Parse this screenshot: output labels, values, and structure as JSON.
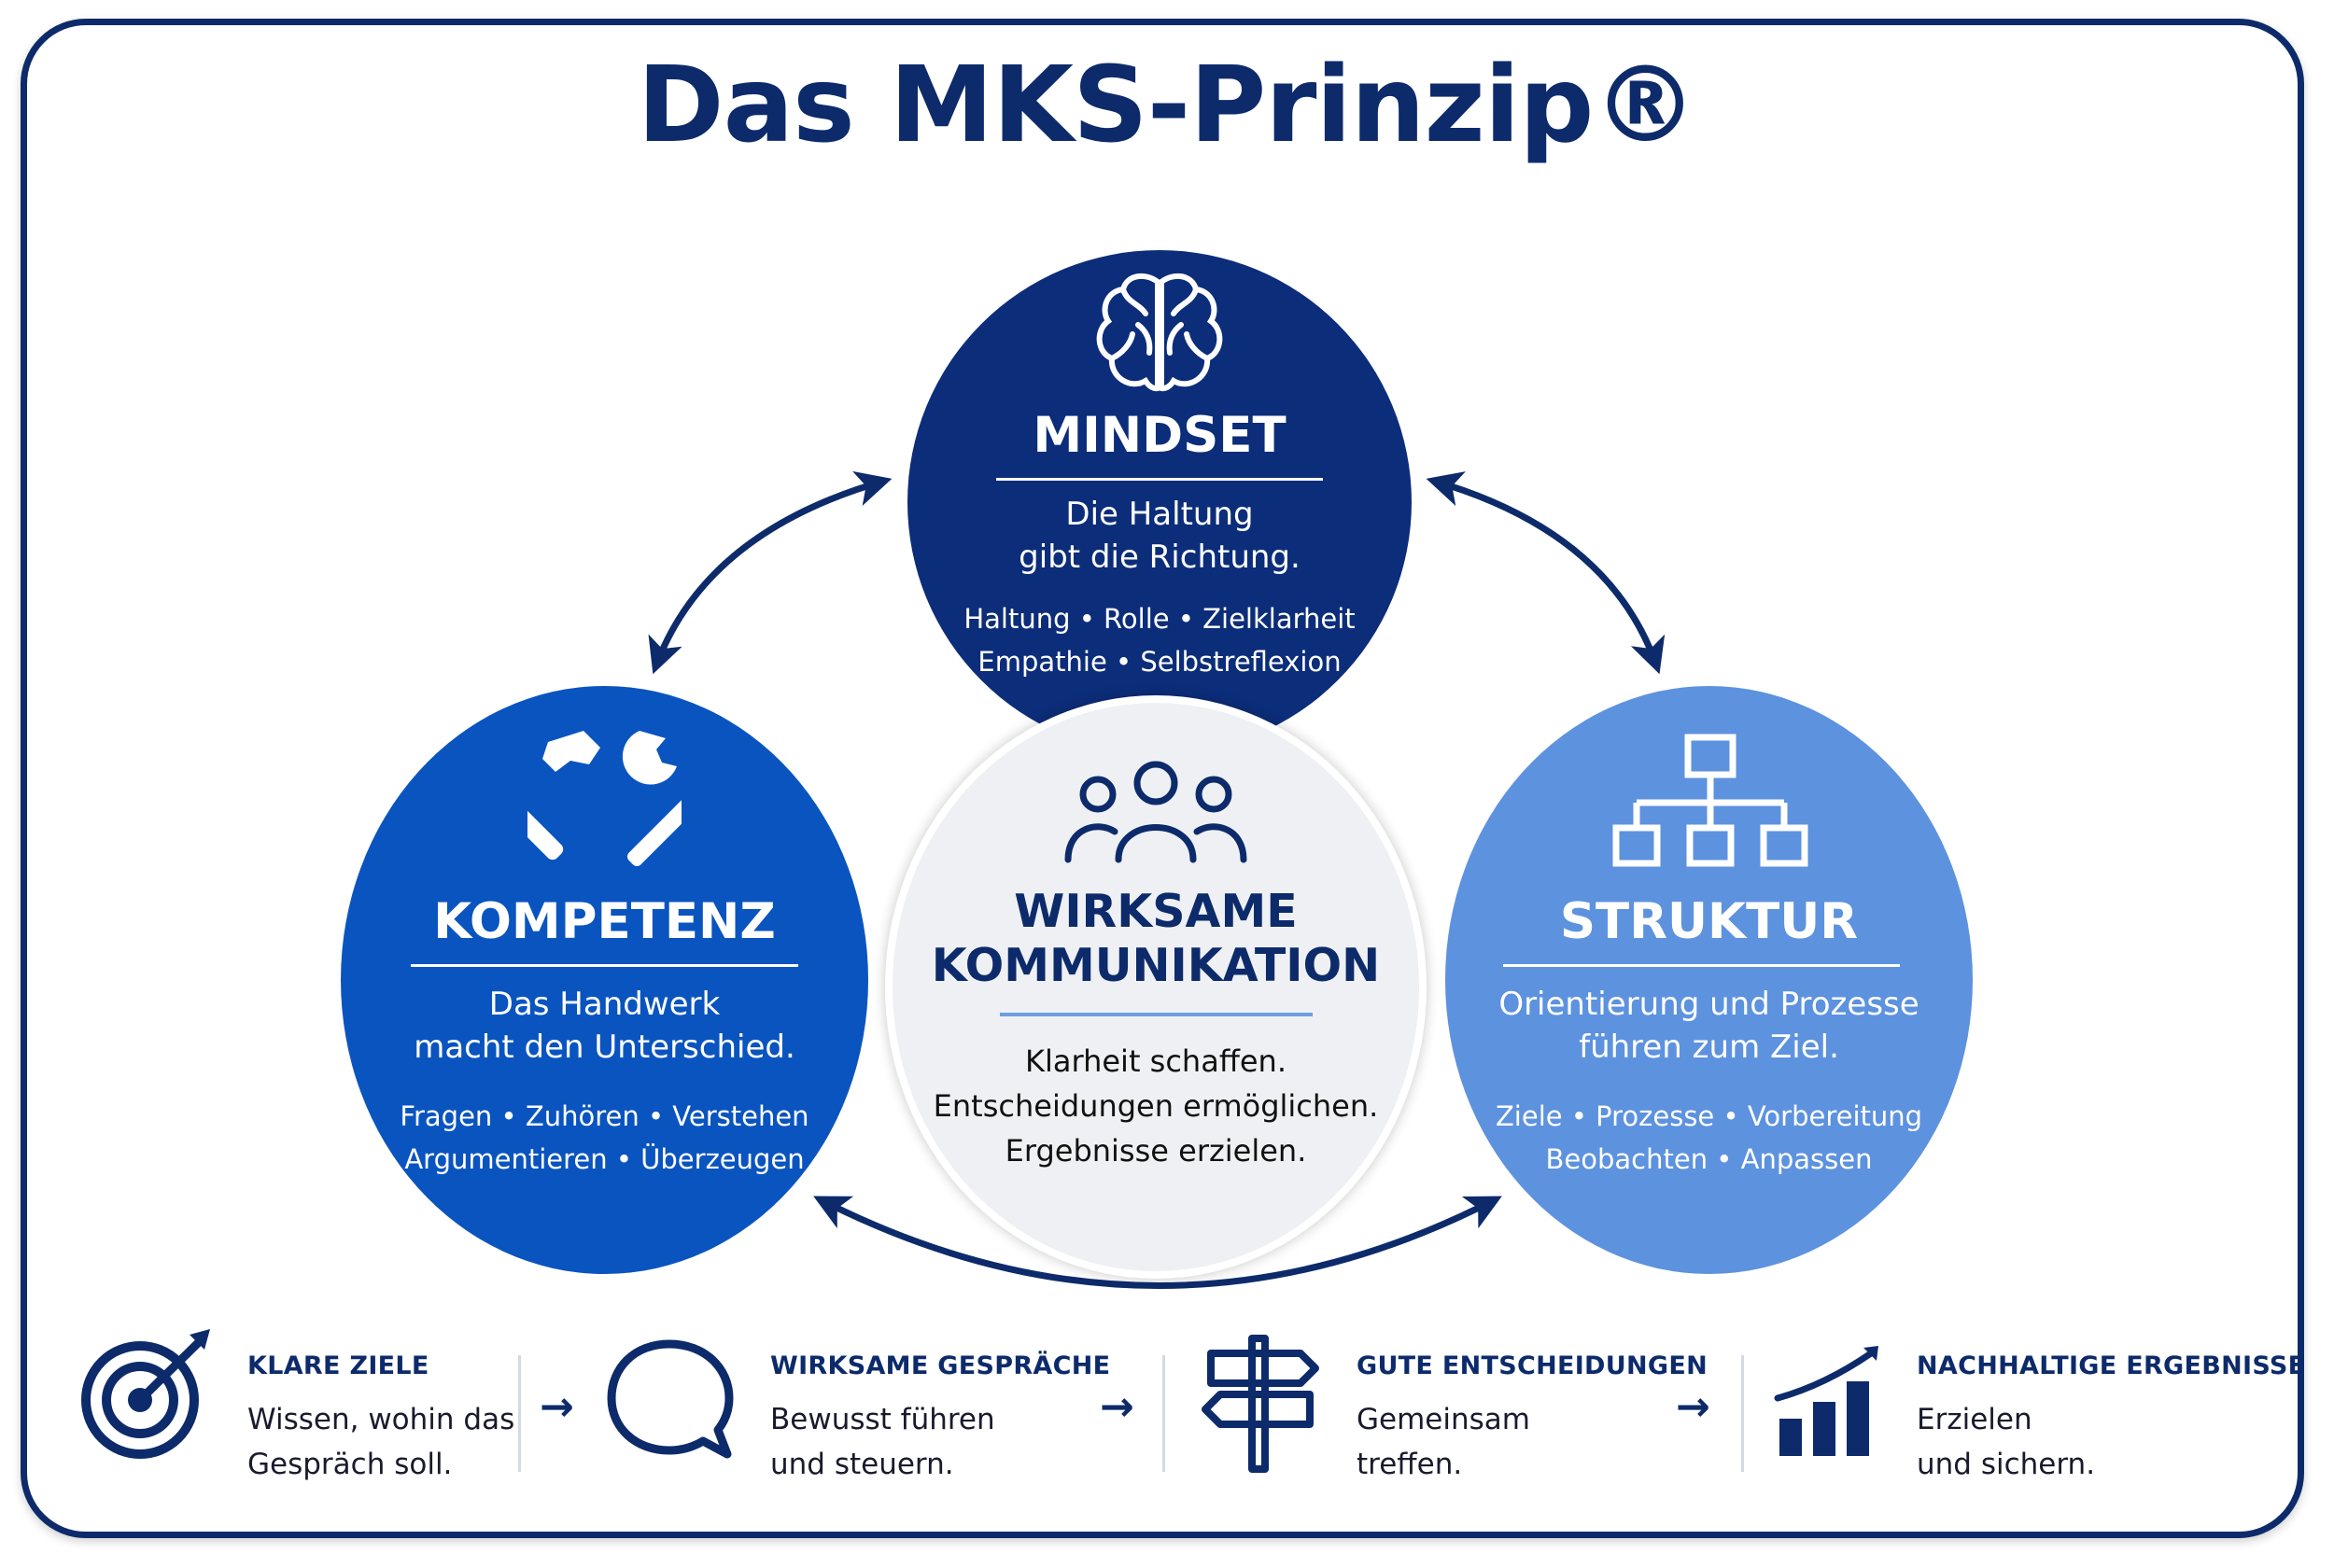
{
  "title": "Das MKS-Prinzip®",
  "colors": {
    "navy": "#0d2b6b",
    "mindset": "#0c2d7a",
    "kompetenz": "#0a54c0",
    "struktur": "#5d92df",
    "center": "#eef0f3"
  },
  "circles": {
    "mindset": {
      "icon": "brain-icon",
      "heading": "MINDSET",
      "lines": [
        "Die Haltung",
        "gibt die Richtung."
      ],
      "tags": [
        "Haltung • Rolle • Zielklarheit",
        "Empathie • Selbstreflexion"
      ]
    },
    "kompetenz": {
      "icon": "tools-icon",
      "heading": "KOMPETENZ",
      "lines": [
        "Das Handwerk",
        "macht den Unterschied."
      ],
      "tags": [
        "Fragen • Zuhören • Verstehen",
        "Argumentieren • Überzeugen"
      ]
    },
    "struktur": {
      "icon": "org-chart-icon",
      "heading": "STRUKTUR",
      "lines": [
        "Orientierung und Prozesse",
        "führen zum Ziel."
      ],
      "tags": [
        "Ziele • Prozesse • Vorbereitung",
        "Beobachten • Anpassen"
      ]
    },
    "center": {
      "icon": "people-icon",
      "heading": [
        "WIRKSAME",
        "KOMMUNIKATION"
      ],
      "lines": [
        "Klarheit schaffen.",
        "Entscheidungen ermöglichen.",
        "Ergebnisse erzielen."
      ]
    }
  },
  "steps": [
    {
      "icon": "target-icon",
      "title": "KLARE ZIELE",
      "lines": [
        "Wissen, wohin das",
        "Gespräch soll."
      ]
    },
    {
      "icon": "speech-bubble-icon",
      "title": "WIRKSAME GESPRÄCHE",
      "lines": [
        "Bewusst führen",
        "und steuern."
      ]
    },
    {
      "icon": "signpost-icon",
      "title": "GUTE ENTSCHEIDUNGEN",
      "lines": [
        "Gemeinsam",
        "treffen."
      ]
    },
    {
      "icon": "growth-chart-icon",
      "title": "NACHHALTIGE ERGEBNISSE",
      "lines": [
        "Erzielen",
        "und sichern."
      ]
    }
  ],
  "step_arrow": "→"
}
